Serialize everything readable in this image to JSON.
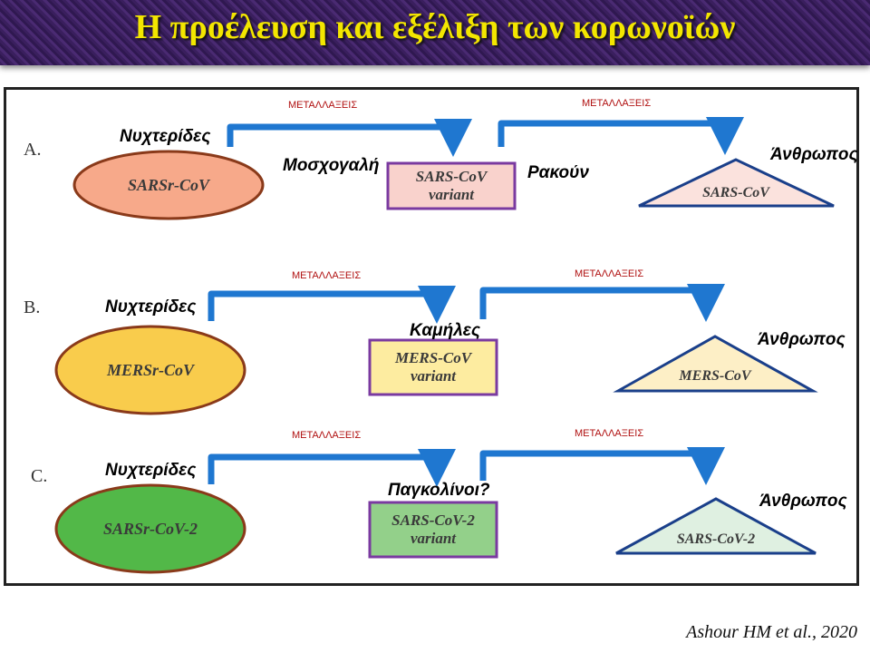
{
  "title": "Η προέλευση και εξέλιξη των κορωνοϊών",
  "citation": "Ashour HM et al., 2020",
  "mutation_label": "ΜΕΤΑΛΛΑΞΕΙΣ",
  "rows": [
    {
      "label": "A.",
      "source_host": "Νυχτερίδες",
      "source_virus": "SARSr-CoV",
      "source_color": "#f7a98a",
      "intermediate_host": "Μοσχογαλή",
      "intermediate_host2": "Ρακούν",
      "variant_line1": "SARS-CoV",
      "variant_line2": "variant",
      "variant_color": "#f9d2cc",
      "human_host": "Άνθρωπος",
      "human_virus": "SARS-CoV",
      "human_color": "#fbe2dd"
    },
    {
      "label": "B.",
      "source_host": "Νυχτερίδες",
      "source_virus": "MERSr-CoV",
      "source_color": "#f9cc4c",
      "intermediate_host": "Καμήλες",
      "variant_line1": "MERS-CoV",
      "variant_line2": "variant",
      "variant_color": "#fdeca0",
      "human_host": "Άνθρωπος",
      "human_virus": "MERS-CoV",
      "human_color": "#fdefc6"
    },
    {
      "label": "C.",
      "source_host": "Νυχτερίδες",
      "source_virus": "SARSr-CoV-2",
      "source_color": "#52b848",
      "intermediate_host": "Παγκολίνοι?",
      "variant_line1": "SARS-CoV-2",
      "variant_line2": "variant",
      "variant_color": "#93d08a",
      "human_host": "Άνθρωπος",
      "human_virus": "SARS-CoV-2",
      "human_color": "#dff0e1"
    }
  ],
  "colors": {
    "arrow": "#1f77d0",
    "ellipse_stroke": "#8a3a1a",
    "triangle_stroke": "#1a3f8a",
    "box_stroke": "#7a3aa0"
  }
}
